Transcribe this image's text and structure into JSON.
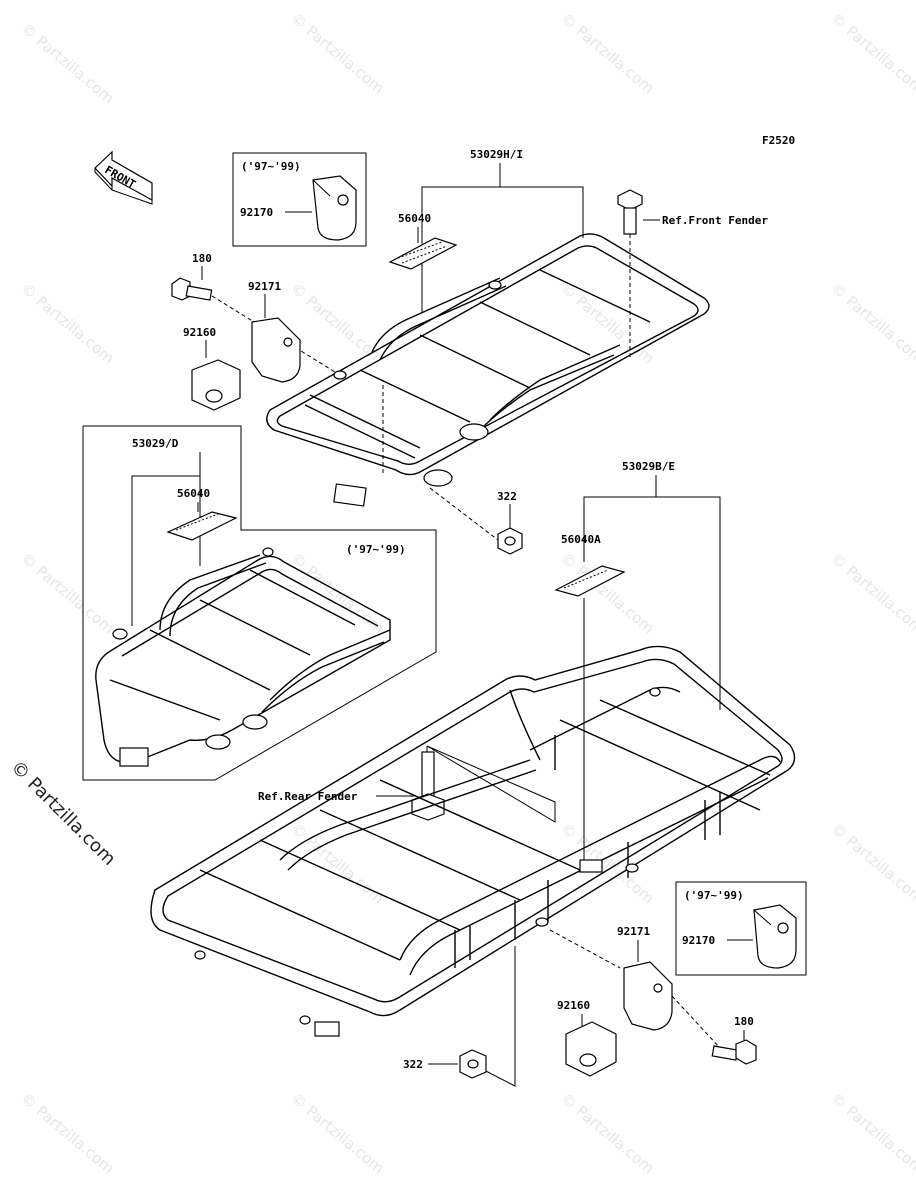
{
  "diagram_code": "F2520",
  "front_label": "FRONT",
  "watermark": "© Partzilla.com",
  "labels": {
    "front_carrier": "53029H/I",
    "front_mat": "56040",
    "front_ref_fender": "Ref.Front Fender",
    "front_bolt": "180",
    "front_bracket": "92171",
    "front_clamp_cushion": "92160",
    "front_box_years": "('97~'99)",
    "front_box_clamp": "92170",
    "alt_carrier": "53029/D",
    "alt_mat": "56040",
    "alt_box_years": "('97~'99)",
    "front_nut": "322",
    "rear_carrier": "53029B/E",
    "rear_mat": "56040A",
    "rear_ref_fender": "Ref.Rear Fender",
    "rear_box_years": "('97~'99)",
    "rear_box_clamp": "92170",
    "rear_bracket": "92171",
    "rear_clamp_cushion": "92160",
    "rear_bolt": "180",
    "rear_nut": "322"
  }
}
